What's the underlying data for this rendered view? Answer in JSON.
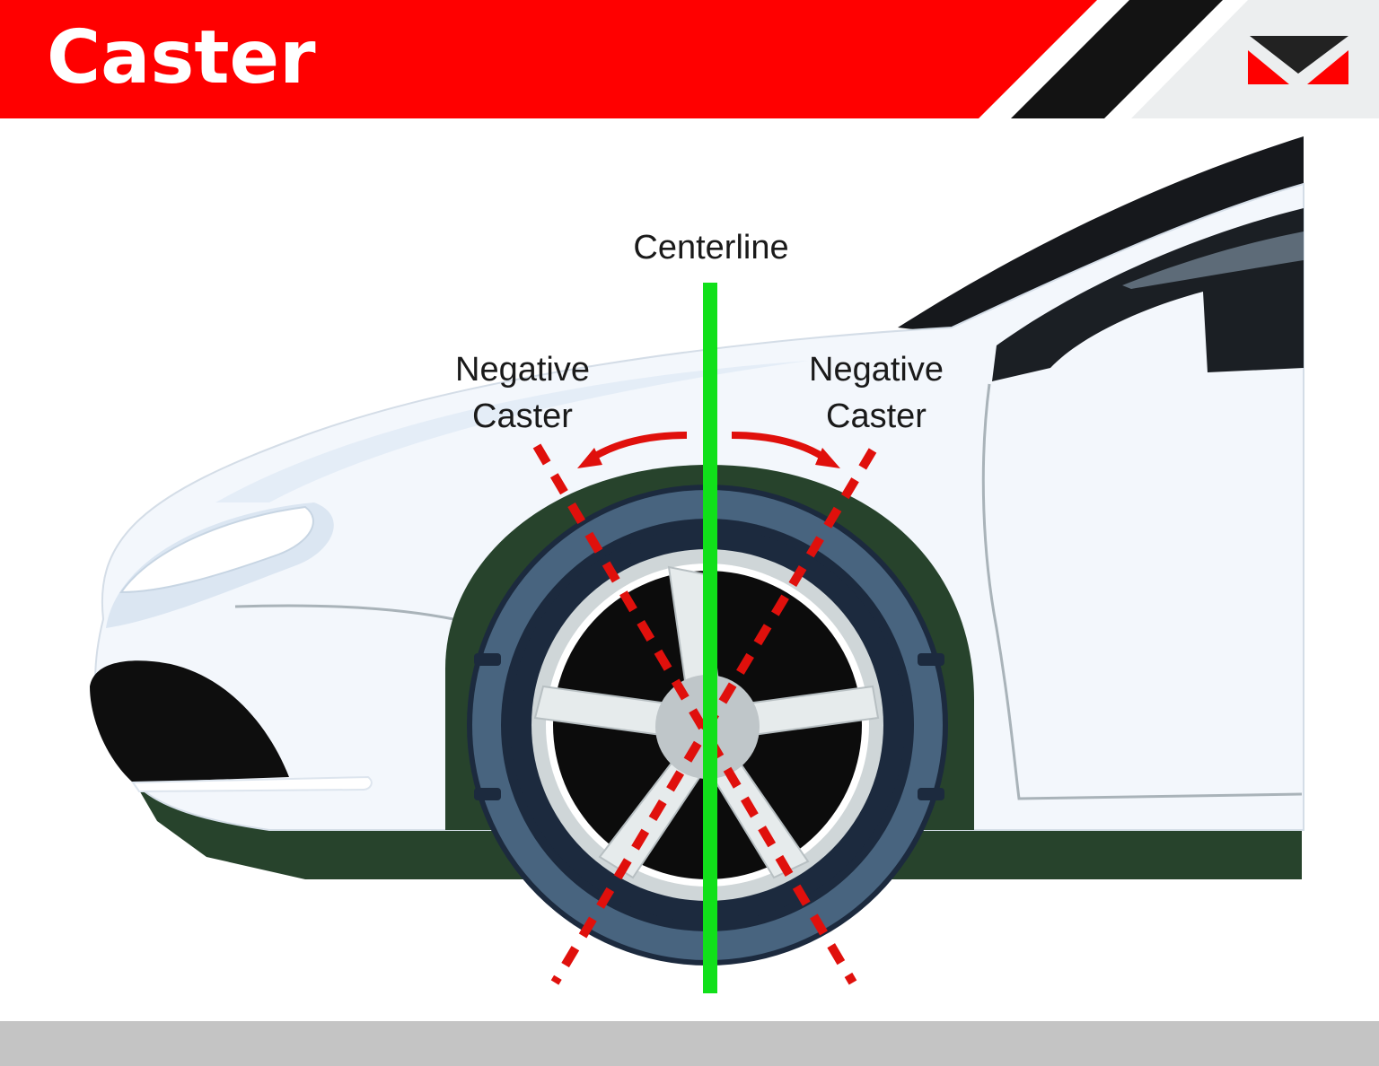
{
  "header": {
    "title": "Caster"
  },
  "labels": {
    "centerline": "Centerline",
    "left_line1": "Negative",
    "left_line2": "Caster",
    "right_line1": "Negative",
    "right_line2": "Caster"
  },
  "colors": {
    "brand_red": "#ff0000",
    "centerline_green": "#11e01a",
    "caster_line_red": "#e0100c",
    "fender_green": "#27432c",
    "car_body": "#f3f7fc",
    "tire_dark": "#1c2a3e",
    "tire_blue": "#48647f",
    "rim_silver": "#cfd6d8",
    "footer_gray": "#c4c4c4"
  },
  "icons": [
    "logo-mark"
  ]
}
